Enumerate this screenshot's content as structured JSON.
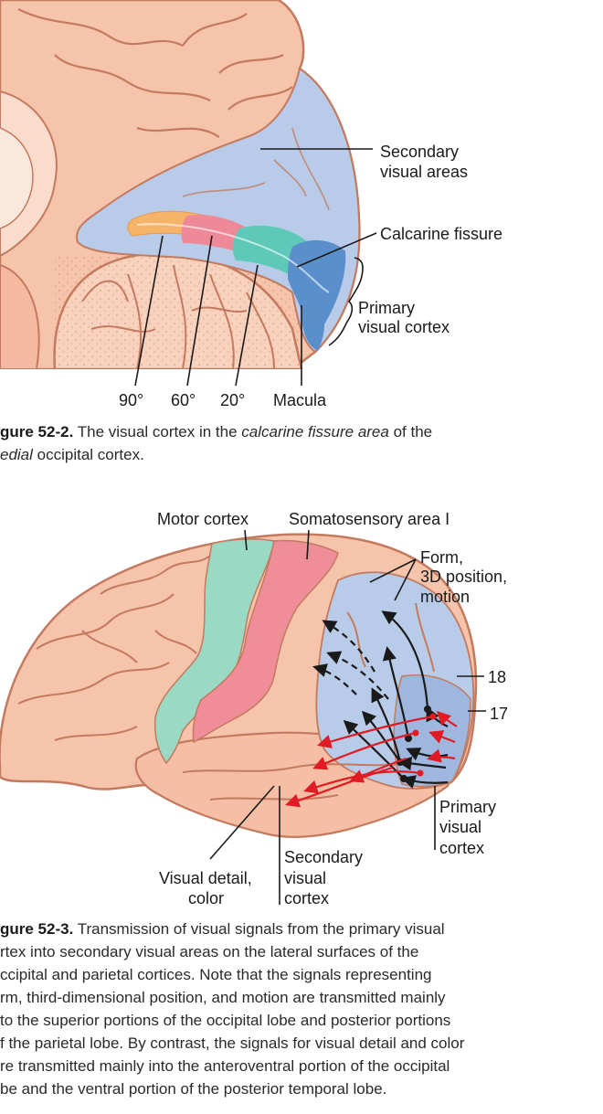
{
  "figure1": {
    "labels": {
      "secondary": [
        "Secondary",
        "visual areas"
      ],
      "calcarine": "Calcarine fissure",
      "primary": [
        "Primary",
        "visual cortex"
      ],
      "deg90": "90°",
      "deg60": "60°",
      "deg20": "20°",
      "macula": "Macula"
    },
    "caption": {
      "lead": "gure 52-2.",
      "part1": " The visual cortex in the ",
      "italic1": "calcarine fissure area",
      "part2": " of the ",
      "italic2": "edial",
      "part3": " occipital cortex."
    }
  },
  "figure2": {
    "labels": {
      "motor": "Motor cortex",
      "somato": "Somatosensory area I",
      "form": [
        "Form,",
        "3D position,",
        "motion"
      ],
      "n18": "18",
      "n17": "17",
      "primary": [
        "Primary",
        "visual",
        "cortex"
      ],
      "secondary": [
        "Secondary",
        "visual",
        "cortex"
      ],
      "detail": [
        "Visual detail,",
        "color"
      ]
    },
    "caption": {
      "lead": "gure 52-3.",
      "lines": [
        " Transmission of visual signals from the primary visual",
        "rtex into secondary visual areas on the lateral surfaces of the",
        "ccipital and parietal cortices. Note that the signals representing",
        "rm, third-dimensional position, and motion are transmitted mainly",
        "to the superior portions of the occipital lobe and posterior portions",
        "f the parietal lobe. By contrast, the signals for visual detail and color",
        "re transmitted mainly into the anteroventral portion of the occipital",
        "be and the ventral portion of the posterior temporal lobe."
      ]
    }
  },
  "colors": {
    "skin": "#f6c3ab",
    "skin_outline": "#c47a5e",
    "visual_blue": "#b8cbe8",
    "macula_blue": "#5b8fcc",
    "band_orange": "#f6b36a",
    "band_pink": "#ee8a98",
    "band_teal": "#5ec9b8",
    "motor_green": "#9ad9c4",
    "somato_pink": "#ef8d99",
    "arrow_red": "#e01b24"
  }
}
